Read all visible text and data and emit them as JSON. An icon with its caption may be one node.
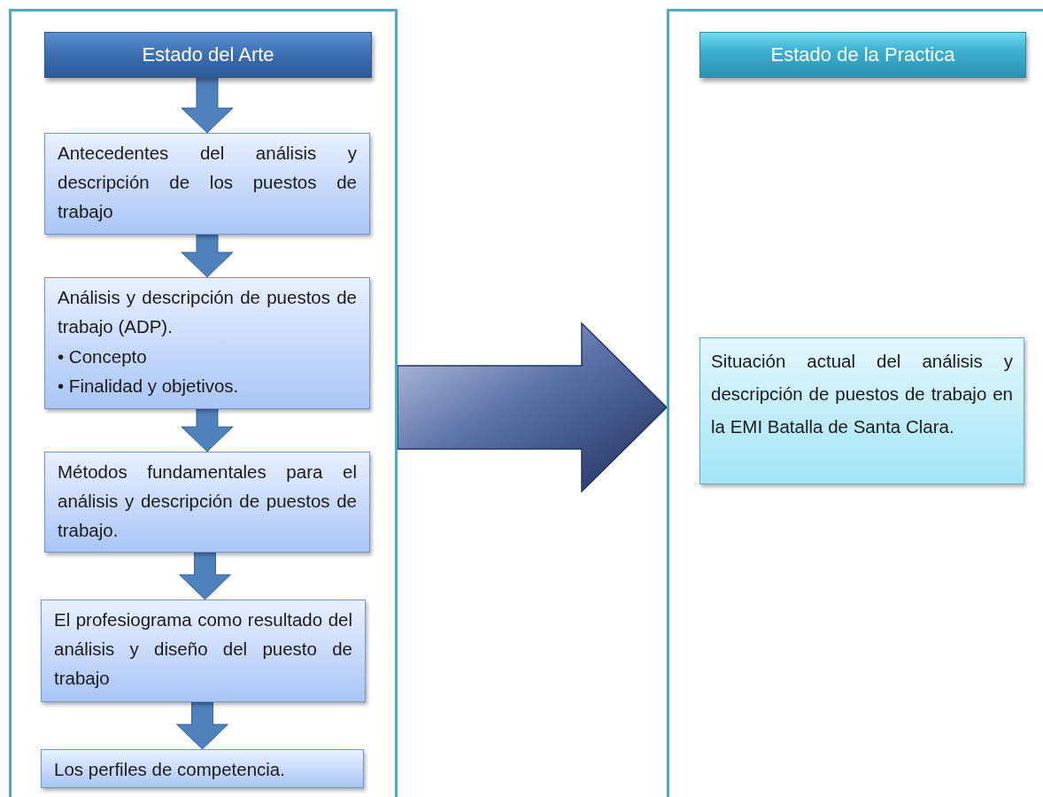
{
  "diagram": {
    "nodes": [
      {
        "text": [],
        "shape": "box"
      },
      {
        "text": [
          "Estado del Arte"
        ],
        "in": 0
      },
      {
        "text": [
          "Antecedentes del análisis y descripción de los puestos de trabajo"
        ],
        "in": 0
      },
      {
        "text": [
          "Análisis y descripción de puestos de trabajo (ADP).",
          "• Concepto",
          "• Finalidad y objetivos."
        ],
        "in": 0
      },
      {
        "text": [
          "Métodos fundamentales para el análisis y descripción de puestos de trabajo."
        ],
        "in": 0
      },
      {
        "text": [
          "El profesiograma como resultado del análisis y diseño del puesto de trabajo"
        ],
        "in": 0
      },
      {
        "text": [
          "Los perfiles de competencia."
        ],
        "in": 0
      },
      {
        "text": [],
        "shape": "box"
      },
      {
        "text": [
          "Estado de la Practica"
        ],
        "in": 7
      },
      {
        "text": [
          "Situación actual del análisis y descripción de puestos de trabajo en la EMI Batalla de Santa Clara."
        ],
        "in": 7
      }
    ],
    "edges": [
      {
        "from": 1,
        "to": 2,
        "arrow": "to"
      },
      {
        "from": 2,
        "to": 3,
        "arrow": "to"
      },
      {
        "from": 3,
        "to": 4,
        "arrow": "to"
      },
      {
        "from": 4,
        "to": 5,
        "arrow": "to"
      },
      {
        "from": 5,
        "to": 6,
        "arrow": "to"
      },
      {
        "from": 0,
        "to": 7,
        "arrow": "to",
        "style": "thick",
        "color": "#1f3565"
      }
    ]
  }
}
